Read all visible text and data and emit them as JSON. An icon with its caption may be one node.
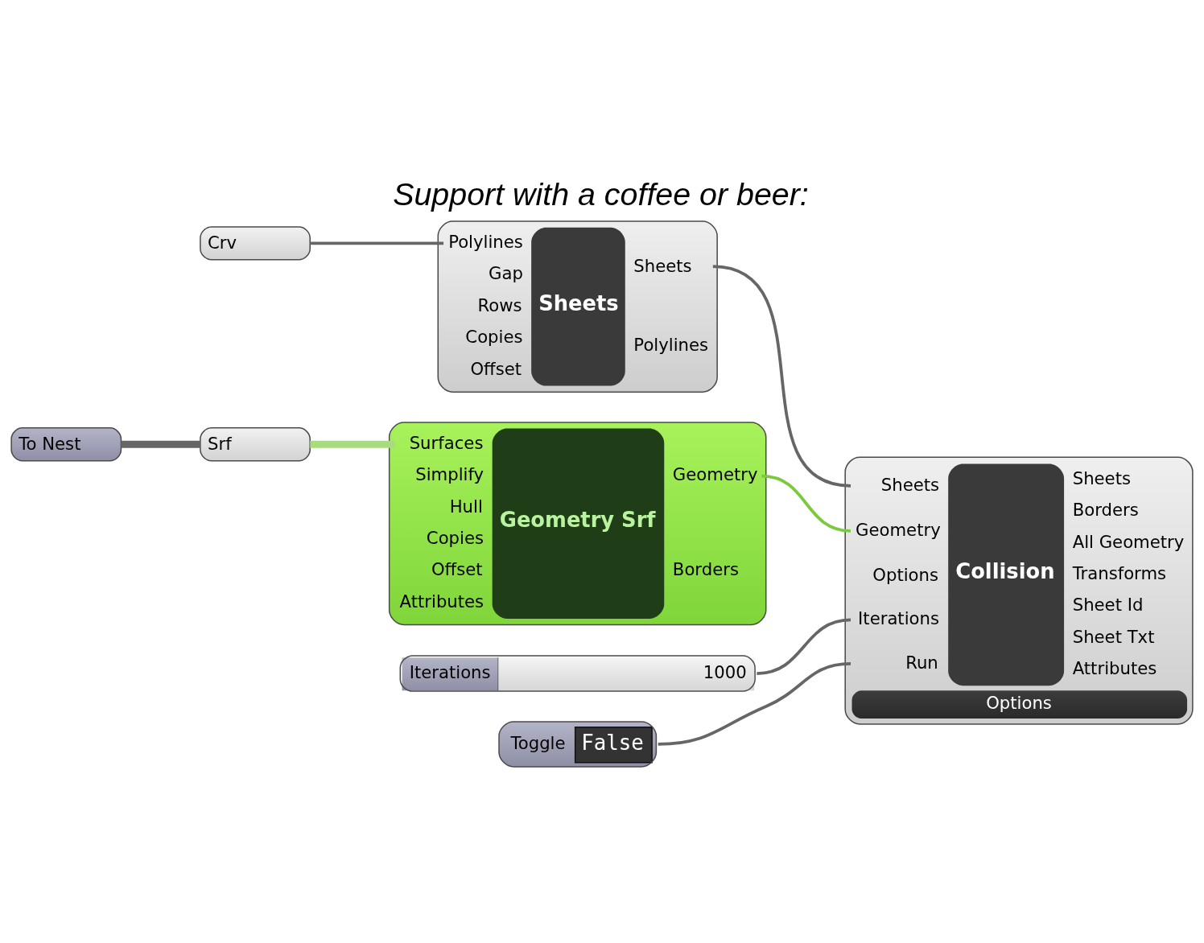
{
  "diagram": {
    "title": "Support with a coffee or beer:",
    "nodes": [
      {
        "text": [
          "Crv"
        ]
      },
      {
        "text": [
          "Polylines",
          "Gap",
          "Rows",
          "Copies",
          "Offset",
          "Sheets",
          "Sheets",
          "Polylines"
        ]
      },
      {
        "text": [
          "Sheets",
          "Geometry",
          "Options",
          "Iterations",
          "Run",
          "Collision",
          "Sheets",
          "Borders",
          "All Geometry",
          "Transforms",
          "Sheet Id",
          "Sheet Txt",
          "Attributes",
          "Options"
        ]
      },
      {
        "text": [
          "To Nest"
        ]
      },
      {
        "text": [
          "Srf"
        ]
      },
      {
        "text": [
          "Surfaces",
          "Simplify",
          "Hull",
          "Copies",
          "Offset",
          "Attributes",
          "Geometry Srf",
          "Geometry",
          "Borders"
        ]
      },
      {
        "text": [
          "Iterations",
          "1000"
        ]
      },
      {
        "text": [
          "Toggle",
          "False"
        ]
      }
    ],
    "edges": [
      {
        "from": 0,
        "to": 1,
        "arrow": "none"
      },
      {
        "from": 1,
        "to": 2,
        "arrow": "none"
      },
      {
        "from": 3,
        "to": 4,
        "arrow": "none",
        "style": "thick"
      },
      {
        "from": 4,
        "to": 5,
        "arrow": "none",
        "style": "thick",
        "color": "#a8da7e"
      },
      {
        "from": 5,
        "to": 2,
        "arrow": "none",
        "color": "#7cc940"
      },
      {
        "from": 6,
        "to": 2,
        "arrow": "none"
      },
      {
        "from": 7,
        "to": 2,
        "arrow": "none"
      }
    ]
  }
}
